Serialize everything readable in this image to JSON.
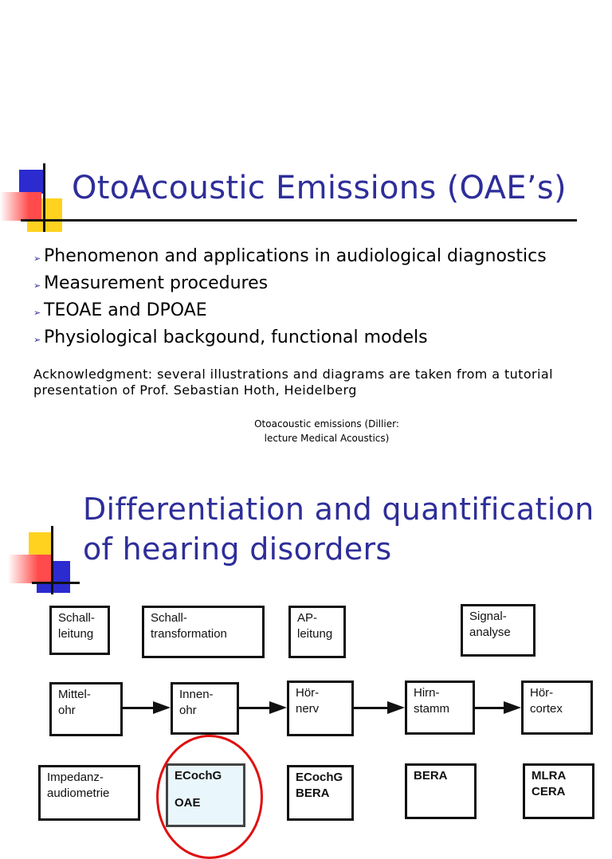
{
  "slide1": {
    "title": "OtoAcoustic Emissions (OAE’s)",
    "bullets": [
      "Phenomenon and applications in audiological diagnostics",
      "Measurement procedures",
      "TEOAE and DPOAE",
      "Physiological backgound, functional models"
    ],
    "bullet_marker": "➢",
    "acknowledgment": "Acknowledgment: several illustrations and diagrams are taken from a tutorial presentation of Prof. Sebastian Hoth, Heidelberg",
    "footer_line1": "Otoacoustic emissions (Dillier:",
    "footer_line2": "lecture Medical Acoustics)"
  },
  "slide2": {
    "title_line1": "Differentiation and quantification",
    "title_line2": "of hearing disorders",
    "diagram": {
      "row1": [
        {
          "l1": "Schall-",
          "l2": "leitung"
        },
        {
          "l1": "Schall-",
          "l2": "transformation"
        },
        {
          "l1": "AP-",
          "l2": "leitung"
        },
        {
          "l1": "Signal-",
          "l2": "analyse"
        }
      ],
      "row2": [
        {
          "l1": "Mittel-",
          "l2": "ohr"
        },
        {
          "l1": "Innen-",
          "l2": "ohr"
        },
        {
          "l1": "Hör-",
          "l2": "nerv"
        },
        {
          "l1": "Hirn-",
          "l2": "stamm"
        },
        {
          "l1": "Hör-",
          "l2": "cortex"
        }
      ],
      "row3": [
        {
          "l1": "Impedanz-",
          "l2": "audiometrie"
        },
        {
          "l1": "ECochG",
          "l2": "OAE"
        },
        {
          "l1": "ECochG",
          "l2": "BERA"
        },
        {
          "l1": "BERA",
          "l2": ""
        },
        {
          "l1": "MLRA",
          "l2": "CERA"
        }
      ]
    }
  },
  "colors": {
    "title_blue": "#2e2e9a",
    "deco_blue": "#2b2bd0",
    "deco_yellow": "#ffd21f",
    "deco_red": "#ff4b4b",
    "highlight_ring": "#e01010"
  }
}
